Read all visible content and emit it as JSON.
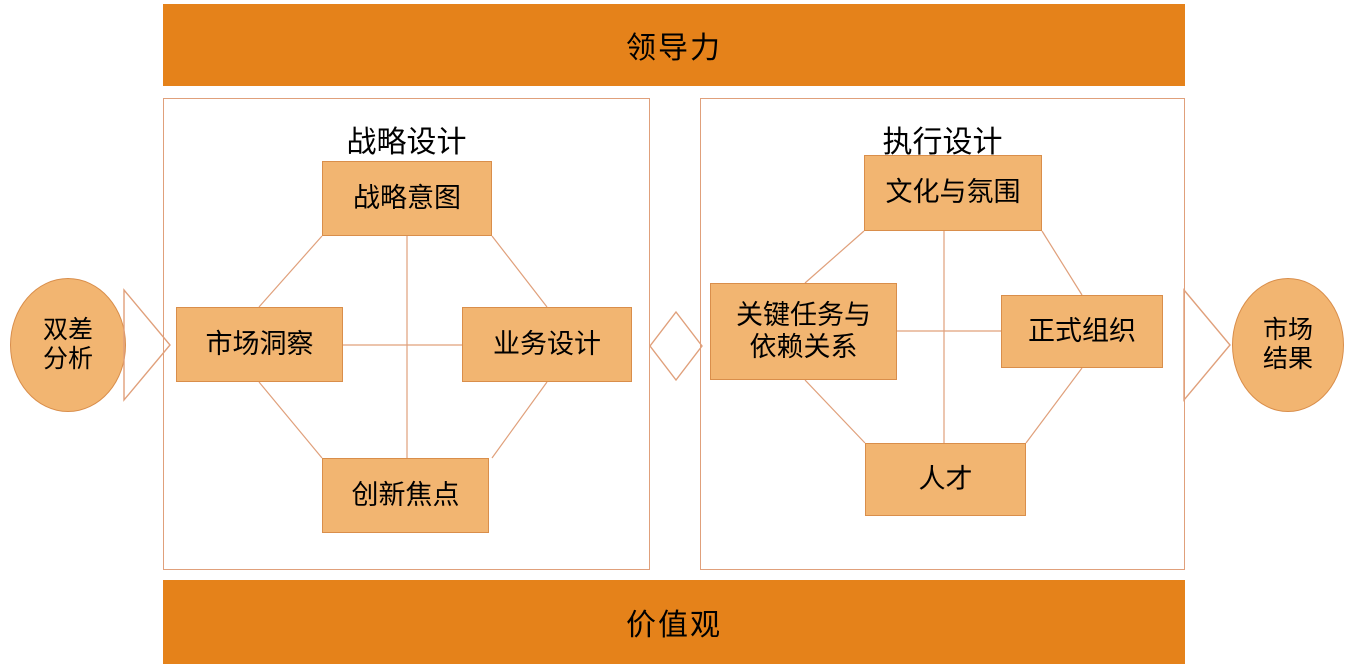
{
  "diagram": {
    "title_top": "领导力",
    "title_bottom": "价值观",
    "left_panel": {
      "title": "战略设计",
      "nodes": {
        "top": "战略意图",
        "left": "市场洞察",
        "right": "业务设计",
        "bottom": "创新焦点"
      }
    },
    "right_panel": {
      "title": "执行设计",
      "nodes": {
        "top": "文化与氛围",
        "left_line1": "关键任务与",
        "left_line2": "依赖关系",
        "right": "正式组织",
        "bottom": "人才"
      }
    },
    "input_ellipse": {
      "line1": "双差",
      "line2": "分析"
    },
    "output_ellipse": {
      "line1": "市场",
      "line2": "结果"
    },
    "colors": {
      "band_orange": "#E5821A",
      "node_fill": "#F2B571",
      "node_border": "#D98E4B",
      "line": "#E0A07B",
      "panel_border": "#E0A07B",
      "text": "#000000",
      "background": "#FFFFFF"
    }
  }
}
